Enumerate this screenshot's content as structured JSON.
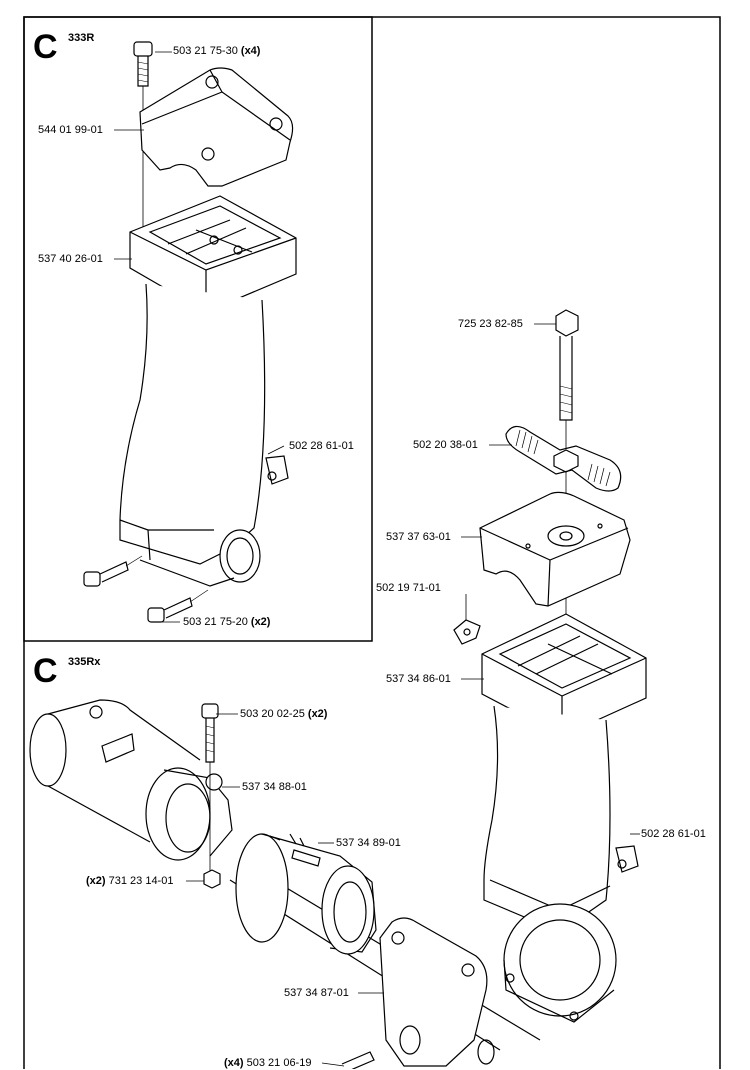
{
  "sections": [
    {
      "letter": "C",
      "model": "333R"
    },
    {
      "letter": "C",
      "model": "335Rx"
    }
  ],
  "parts": {
    "p_503_21_75_30": {
      "number": "503 21 75-30",
      "qty": "(x4)"
    },
    "p_544_01_99_01": {
      "number": "544 01 99-01"
    },
    "p_537_40_26_01": {
      "number": "537 40 26-01"
    },
    "p_502_28_61_01_a": {
      "number": "502 28 61-01"
    },
    "p_503_21_75_20": {
      "number": "503 21 75-20",
      "qty": "(x2)"
    },
    "p_725_23_82_85": {
      "number": "725 23 82-85"
    },
    "p_502_20_38_01": {
      "number": "502 20 38-01"
    },
    "p_537_37_63_01": {
      "number": "537 37 63-01"
    },
    "p_502_19_71_01": {
      "number": "502 19 71-01"
    },
    "p_537_34_86_01": {
      "number": "537 34 86-01"
    },
    "p_503_20_02_25": {
      "number": "503 20 02-25",
      "qty": "(x2)"
    },
    "p_537_34_88_01": {
      "number": "537 34 88-01"
    },
    "p_537_34_89_01": {
      "number": "537 34 89-01"
    },
    "p_731_23_14_01": {
      "number": "731 23 14-01",
      "qty": "(x2)"
    },
    "p_502_28_61_01_b": {
      "number": "502 28 61-01"
    },
    "p_537_34_87_01": {
      "number": "537 34 87-01"
    },
    "p_503_21_06_19": {
      "number": "503 21 06-19",
      "qty": "(x4)"
    }
  }
}
